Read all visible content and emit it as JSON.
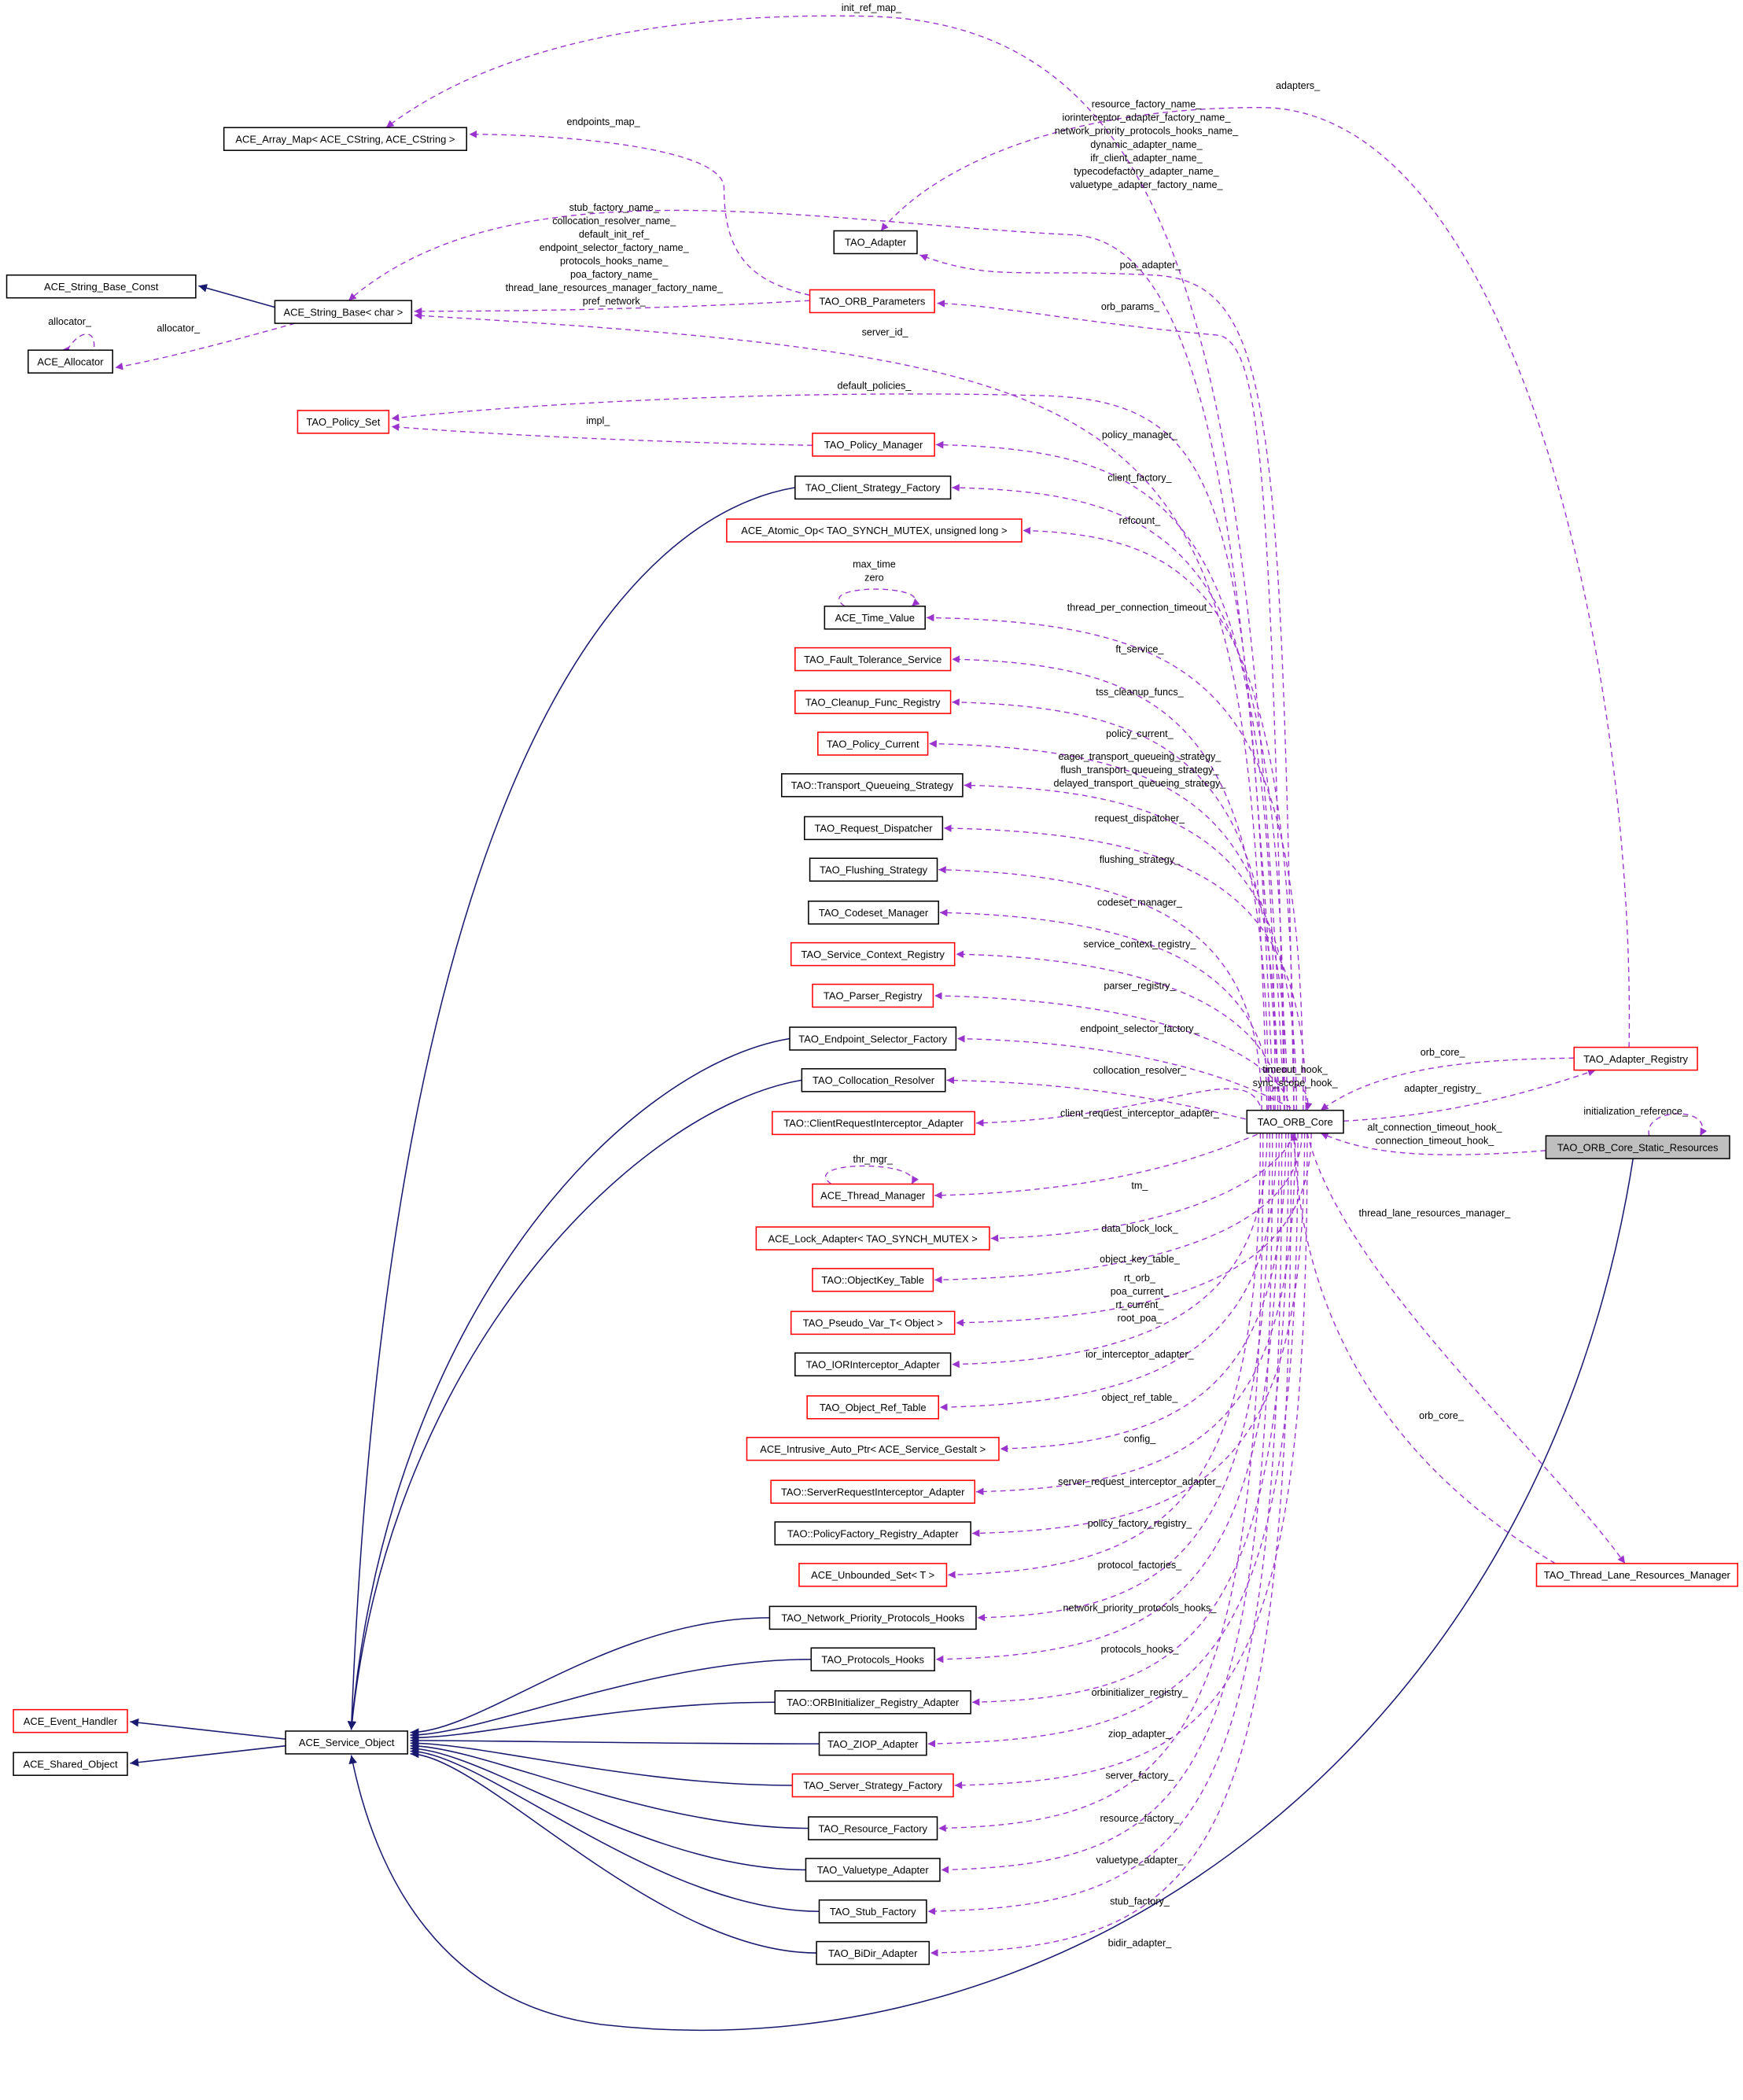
{
  "title": "TAO_ORB_Core collaboration diagram",
  "colors": {
    "usage_edge": "#9A32CD",
    "inherit_edge": "#191970",
    "node_border": "#000000",
    "node_border_red": "#FF0000",
    "focus_fill": "#BFBFBF"
  },
  "nodes": [
    {
      "id": "array_map",
      "label": "ACE_Array_Map< ACE_CString, ACE_CString >",
      "style": "plain"
    },
    {
      "id": "sb_const",
      "label": "ACE_String_Base_Const",
      "style": "plain"
    },
    {
      "id": "sb_char",
      "label": "ACE_String_Base< char >",
      "style": "plain"
    },
    {
      "id": "allocator",
      "label": "ACE_Allocator",
      "style": "plain"
    },
    {
      "id": "adapter",
      "label": "TAO_Adapter",
      "style": "plain"
    },
    {
      "id": "orb_params",
      "label": "TAO_ORB_Parameters",
      "style": "red"
    },
    {
      "id": "policy_set",
      "label": "TAO_Policy_Set",
      "style": "red"
    },
    {
      "id": "policy_mgr",
      "label": "TAO_Policy_Manager",
      "style": "red"
    },
    {
      "id": "client_sf",
      "label": "TAO_Client_Strategy_Factory",
      "style": "plain"
    },
    {
      "id": "atomic_op",
      "label": "ACE_Atomic_Op< TAO_SYNCH_MUTEX, unsigned long >",
      "style": "red"
    },
    {
      "id": "time_value",
      "label": "ACE_Time_Value",
      "style": "plain"
    },
    {
      "id": "ft_service",
      "label": "TAO_Fault_Tolerance_Service",
      "style": "red"
    },
    {
      "id": "cleanup",
      "label": "TAO_Cleanup_Func_Registry",
      "style": "red"
    },
    {
      "id": "policy_cur",
      "label": "TAO_Policy_Current",
      "style": "red"
    },
    {
      "id": "tqs",
      "label": "TAO::Transport_Queueing_Strategy",
      "style": "plain"
    },
    {
      "id": "req_disp",
      "label": "TAO_Request_Dispatcher",
      "style": "plain"
    },
    {
      "id": "flushing",
      "label": "TAO_Flushing_Strategy",
      "style": "plain"
    },
    {
      "id": "codeset",
      "label": "TAO_Codeset_Manager",
      "style": "plain"
    },
    {
      "id": "svc_ctx",
      "label": "TAO_Service_Context_Registry",
      "style": "red"
    },
    {
      "id": "parser",
      "label": "TAO_Parser_Registry",
      "style": "red"
    },
    {
      "id": "endpoint_sf",
      "label": "TAO_Endpoint_Selector_Factory",
      "style": "plain"
    },
    {
      "id": "colloc",
      "label": "TAO_Collocation_Resolver",
      "style": "plain"
    },
    {
      "id": "cri_adapter",
      "label": "TAO::ClientRequestInterceptor_Adapter",
      "style": "red"
    },
    {
      "id": "thread_mgr",
      "label": "ACE_Thread_Manager",
      "style": "red"
    },
    {
      "id": "lock_adapter",
      "label": "ACE_Lock_Adapter< TAO_SYNCH_MUTEX >",
      "style": "red"
    },
    {
      "id": "objkey",
      "label": "TAO::ObjectKey_Table",
      "style": "red"
    },
    {
      "id": "pseudo_var",
      "label": "TAO_Pseudo_Var_T< Object >",
      "style": "red"
    },
    {
      "id": "ior_int",
      "label": "TAO_IORInterceptor_Adapter",
      "style": "plain"
    },
    {
      "id": "objref",
      "label": "TAO_Object_Ref_Table",
      "style": "red"
    },
    {
      "id": "intrusive",
      "label": "ACE_Intrusive_Auto_Ptr< ACE_Service_Gestalt >",
      "style": "red"
    },
    {
      "id": "sri_adapter",
      "label": "TAO::ServerRequestInterceptor_Adapter",
      "style": "red"
    },
    {
      "id": "pf_registry",
      "label": "TAO::PolicyFactory_Registry_Adapter",
      "style": "plain"
    },
    {
      "id": "unbounded",
      "label": "ACE_Unbounded_Set< T >",
      "style": "red"
    },
    {
      "id": "npph",
      "label": "TAO_Network_Priority_Protocols_Hooks",
      "style": "plain"
    },
    {
      "id": "proto_hooks",
      "label": "TAO_Protocols_Hooks",
      "style": "plain"
    },
    {
      "id": "orbinit",
      "label": "TAO::ORBInitializer_Registry_Adapter",
      "style": "plain"
    },
    {
      "id": "ziop",
      "label": "TAO_ZIOP_Adapter",
      "style": "plain"
    },
    {
      "id": "server_sf",
      "label": "TAO_Server_Strategy_Factory",
      "style": "red"
    },
    {
      "id": "res_factory",
      "label": "TAO_Resource_Factory",
      "style": "plain"
    },
    {
      "id": "valuetype",
      "label": "TAO_Valuetype_Adapter",
      "style": "plain"
    },
    {
      "id": "stub_factory",
      "label": "TAO_Stub_Factory",
      "style": "plain"
    },
    {
      "id": "bidir",
      "label": "TAO_BiDir_Adapter",
      "style": "plain"
    },
    {
      "id": "event_handler",
      "label": "ACE_Event_Handler",
      "style": "red"
    },
    {
      "id": "shared_obj",
      "label": "ACE_Shared_Object",
      "style": "plain"
    },
    {
      "id": "svc_obj",
      "label": "ACE_Service_Object",
      "style": "plain"
    },
    {
      "id": "orb_core",
      "label": "TAO_ORB_Core",
      "style": "plain"
    },
    {
      "id": "adapter_reg",
      "label": "TAO_Adapter_Registry",
      "style": "red"
    },
    {
      "id": "static_res",
      "label": "TAO_ORB_Core_Static_Resources",
      "style": "focus"
    },
    {
      "id": "tlrm",
      "label": "TAO_Thread_Lane_Resources_Manager",
      "style": "red"
    }
  ],
  "edges": [
    {
      "id": "e_initref",
      "from": "orb_core",
      "to": "array_map",
      "type": "usage",
      "labels": [
        "init_ref_map_"
      ]
    },
    {
      "id": "e_endpoints",
      "from": "orb_params",
      "to": "array_map",
      "type": "usage",
      "labels": [
        "endpoints_map_"
      ]
    },
    {
      "id": "e_names",
      "from": "orb_core",
      "to": "sb_char",
      "type": "usage",
      "labels": [
        "resource_factory_name_",
        "iorinterceptor_adapter_factory_name_",
        "network_priority_protocols_hooks_name_",
        "dynamic_adapter_name_",
        "ifr_client_adapter_name_",
        "typecodefactory_adapter_name_",
        "valuetype_adapter_factory_name_"
      ]
    },
    {
      "id": "e_params_names",
      "from": "orb_params",
      "to": "sb_char",
      "type": "usage",
      "labels": [
        "stub_factory_name_",
        "collocation_resolver_name_",
        "default_init_ref_",
        "endpoint_selector_factory_name_",
        "protocols_hooks_name_",
        "poa_factory_name_",
        "thread_lane_resources_manager_factory_name_",
        "pref_network_"
      ]
    },
    {
      "id": "e_serverid",
      "from": "orb_core",
      "to": "sb_char",
      "type": "usage",
      "labels": [
        "server_id_"
      ]
    },
    {
      "id": "e_sbconst",
      "from": "sb_char",
      "to": "sb_const",
      "type": "inherit",
      "labels": []
    },
    {
      "id": "e_alloc",
      "from": "sb_char",
      "to": "allocator",
      "type": "usage",
      "labels": [
        "allocator_"
      ]
    },
    {
      "id": "e_alloc_self",
      "from": "allocator",
      "to": "allocator",
      "type": "self",
      "labels": [
        "allocator_"
      ]
    },
    {
      "id": "e_adapters",
      "from": "adapter_reg",
      "to": "adapter",
      "type": "usage",
      "labels": [
        "adapters_"
      ]
    },
    {
      "id": "e_poa",
      "from": "orb_core",
      "to": "adapter",
      "type": "usage",
      "labels": [
        "poa_adapter_"
      ]
    },
    {
      "id": "e_params",
      "from": "orb_core",
      "to": "orb_params",
      "type": "usage",
      "labels": [
        "orb_params_"
      ]
    },
    {
      "id": "e_defpol",
      "from": "orb_core",
      "to": "policy_set",
      "type": "usage",
      "labels": [
        "default_policies_"
      ]
    },
    {
      "id": "e_impl",
      "from": "policy_mgr",
      "to": "policy_set",
      "type": "usage",
      "labels": [
        "impl_"
      ]
    },
    {
      "id": "e_polmgr",
      "from": "orb_core",
      "to": "policy_mgr",
      "type": "usage",
      "labels": [
        "policy_manager_"
      ]
    },
    {
      "id": "e_client",
      "from": "orb_core",
      "to": "client_sf",
      "type": "usage",
      "labels": [
        "client_factory_"
      ]
    },
    {
      "id": "e_refcount",
      "from": "orb_core",
      "to": "atomic_op",
      "type": "usage",
      "labels": [
        "refcount_"
      ]
    },
    {
      "id": "e_tpct",
      "from": "orb_core",
      "to": "time_value",
      "type": "usage",
      "labels": [
        "thread_per_connection_timeout_"
      ]
    },
    {
      "id": "e_tv_self",
      "from": "time_value",
      "to": "time_value",
      "type": "self",
      "labels": [
        "max_time",
        "zero"
      ]
    },
    {
      "id": "e_ft",
      "from": "orb_core",
      "to": "ft_service",
      "type": "usage",
      "labels": [
        "ft_service_"
      ]
    },
    {
      "id": "e_tss",
      "from": "orb_core",
      "to": "cleanup",
      "type": "usage",
      "labels": [
        "tss_cleanup_funcs_"
      ]
    },
    {
      "id": "e_polcur",
      "from": "orb_core",
      "to": "policy_cur",
      "type": "usage",
      "labels": [
        "policy_current_"
      ]
    },
    {
      "id": "e_tqs",
      "from": "orb_core",
      "to": "tqs",
      "type": "usage",
      "labels": [
        "eager_transport_queueing_strategy_",
        "flush_transport_queueing_strategy_",
        "delayed_transport_queueing_strategy_"
      ]
    },
    {
      "id": "e_reqdisp",
      "from": "orb_core",
      "to": "req_disp",
      "type": "usage",
      "labels": [
        "request_dispatcher_"
      ]
    },
    {
      "id": "e_flush",
      "from": "orb_core",
      "to": "flushing",
      "type": "usage",
      "labels": [
        "flushing_strategy_"
      ]
    },
    {
      "id": "e_codeset",
      "from": "orb_core",
      "to": "codeset",
      "type": "usage",
      "labels": [
        "codeset_manager_"
      ]
    },
    {
      "id": "e_svcctx",
      "from": "orb_core",
      "to": "svc_ctx",
      "type": "usage",
      "labels": [
        "service_context_registry_"
      ]
    },
    {
      "id": "e_parser",
      "from": "orb_core",
      "to": "parser",
      "type": "usage",
      "labels": [
        "parser_registry_"
      ]
    },
    {
      "id": "e_endpoint",
      "from": "orb_core",
      "to": "endpoint_sf",
      "type": "usage",
      "labels": [
        "endpoint_selector_factory_"
      ]
    },
    {
      "id": "e_colloc",
      "from": "orb_core",
      "to": "colloc",
      "type": "usage",
      "labels": [
        "collocation_resolver_"
      ]
    },
    {
      "id": "e_cri",
      "from": "orb_core",
      "to": "cri_adapter",
      "type": "usage",
      "labels": [
        "client_request_interceptor_adapter_"
      ]
    },
    {
      "id": "e_tm",
      "from": "orb_core",
      "to": "thread_mgr",
      "type": "usage",
      "labels": [
        "tm_"
      ]
    },
    {
      "id": "e_tm_self",
      "from": "thread_mgr",
      "to": "thread_mgr",
      "type": "self",
      "labels": [
        "thr_mgr_"
      ]
    },
    {
      "id": "e_dbl",
      "from": "orb_core",
      "to": "lock_adapter",
      "type": "usage",
      "labels": [
        "data_block_lock_"
      ]
    },
    {
      "id": "e_okt",
      "from": "orb_core",
      "to": "objkey",
      "type": "usage",
      "labels": [
        "object_key_table_"
      ]
    },
    {
      "id": "e_pseudo",
      "from": "orb_core",
      "to": "pseudo_var",
      "type": "usage",
      "labels": [
        "rt_orb_",
        "poa_current_",
        "rt_current_",
        "root_poa_"
      ]
    },
    {
      "id": "e_ior",
      "from": "orb_core",
      "to": "ior_int",
      "type": "usage",
      "labels": [
        "ior_interceptor_adapter_"
      ]
    },
    {
      "id": "e_objref",
      "from": "orb_core",
      "to": "objref",
      "type": "usage",
      "labels": [
        "object_ref_table_"
      ]
    },
    {
      "id": "e_config",
      "from": "orb_core",
      "to": "intrusive",
      "type": "usage",
      "labels": [
        "config_"
      ]
    },
    {
      "id": "e_sri",
      "from": "orb_core",
      "to": "sri_adapter",
      "type": "usage",
      "labels": [
        "server_request_interceptor_adapter_"
      ]
    },
    {
      "id": "e_pfr",
      "from": "orb_core",
      "to": "pf_registry",
      "type": "usage",
      "labels": [
        "policy_factory_registry_"
      ]
    },
    {
      "id": "e_protof",
      "from": "orb_core",
      "to": "unbounded",
      "type": "usage",
      "labels": [
        "protocol_factories_"
      ]
    },
    {
      "id": "e_npph",
      "from": "orb_core",
      "to": "npph",
      "type": "usage",
      "labels": [
        "network_priority_protocols_hooks_"
      ]
    },
    {
      "id": "e_ph",
      "from": "orb_core",
      "to": "proto_hooks",
      "type": "usage",
      "labels": [
        "protocols_hooks_"
      ]
    },
    {
      "id": "e_orbinit",
      "from": "orb_core",
      "to": "orbinit",
      "type": "usage",
      "labels": [
        "orbinitializer_registry_"
      ]
    },
    {
      "id": "e_ziop",
      "from": "orb_core",
      "to": "ziop",
      "type": "usage",
      "labels": [
        "ziop_adapter_"
      ]
    },
    {
      "id": "e_server",
      "from": "orb_core",
      "to": "server_sf",
      "type": "usage",
      "labels": [
        "server_factory_"
      ]
    },
    {
      "id": "e_resf",
      "from": "orb_core",
      "to": "res_factory",
      "type": "usage",
      "labels": [
        "resource_factory_"
      ]
    },
    {
      "id": "e_vt",
      "from": "orb_core",
      "to": "valuetype",
      "type": "usage",
      "labels": [
        "valuetype_adapter_"
      ]
    },
    {
      "id": "e_stub",
      "from": "orb_core",
      "to": "stub_factory",
      "type": "usage",
      "labels": [
        "stub_factory_"
      ]
    },
    {
      "id": "e_bidir",
      "from": "orb_core",
      "to": "bidir",
      "type": "usage",
      "labels": [
        "bidir_adapter_"
      ]
    },
    {
      "id": "e_core_self",
      "from": "orb_core",
      "to": "orb_core",
      "type": "self",
      "labels": [
        "timeout_hook_",
        "sync_scope_hook_"
      ]
    },
    {
      "id": "e_orbcore_ar",
      "from": "adapter_reg",
      "to": "orb_core",
      "type": "usage",
      "labels": [
        "orb_core_"
      ]
    },
    {
      "id": "e_adreg",
      "from": "orb_core",
      "to": "adapter_reg",
      "type": "usage",
      "labels": [
        "adapter_registry_"
      ]
    },
    {
      "id": "e_hooks",
      "from": "static_res",
      "to": "orb_core",
      "type": "usage",
      "labels": [
        "alt_connection_timeout_hook_",
        "connection_timeout_hook_"
      ]
    },
    {
      "id": "e_initrefself",
      "from": "static_res",
      "to": "static_res",
      "type": "self",
      "labels": [
        "initialization_reference_"
      ]
    },
    {
      "id": "e_tlrm",
      "from": "orb_core",
      "to": "tlrm",
      "type": "usage",
      "labels": [
        "thread_lane_resources_manager_"
      ]
    },
    {
      "id": "e_tlrm_core",
      "from": "tlrm",
      "to": "orb_core",
      "type": "usage",
      "labels": [
        "orb_core_"
      ]
    },
    {
      "id": "i_eh",
      "from": "svc_obj",
      "to": "event_handler",
      "type": "inherit",
      "labels": []
    },
    {
      "id": "i_so",
      "from": "svc_obj",
      "to": "shared_obj",
      "type": "inherit",
      "labels": []
    },
    {
      "id": "i1",
      "from": "client_sf",
      "to": "svc_obj",
      "type": "inherit",
      "labels": []
    },
    {
      "id": "i2",
      "from": "endpoint_sf",
      "to": "svc_obj",
      "type": "inherit",
      "labels": []
    },
    {
      "id": "i3",
      "from": "colloc",
      "to": "svc_obj",
      "type": "inherit",
      "labels": []
    },
    {
      "id": "i4",
      "from": "npph",
      "to": "svc_obj",
      "type": "inherit",
      "labels": []
    },
    {
      "id": "i5",
      "from": "proto_hooks",
      "to": "svc_obj",
      "type": "inherit",
      "labels": []
    },
    {
      "id": "i6",
      "from": "orbinit",
      "to": "svc_obj",
      "type": "inherit",
      "labels": []
    },
    {
      "id": "i7",
      "from": "ziop",
      "to": "svc_obj",
      "type": "inherit",
      "labels": []
    },
    {
      "id": "i8",
      "from": "server_sf",
      "to": "svc_obj",
      "type": "inherit",
      "labels": []
    },
    {
      "id": "i9",
      "from": "res_factory",
      "to": "svc_obj",
      "type": "inherit",
      "labels": []
    },
    {
      "id": "i10",
      "from": "valuetype",
      "to": "svc_obj",
      "type": "inherit",
      "labels": []
    },
    {
      "id": "i11",
      "from": "stub_factory",
      "to": "svc_obj",
      "type": "inherit",
      "labels": []
    },
    {
      "id": "i12",
      "from": "bidir",
      "to": "svc_obj",
      "type": "inherit",
      "labels": []
    },
    {
      "id": "i13",
      "from": "static_res",
      "to": "svc_obj",
      "type": "inherit",
      "labels": []
    }
  ]
}
